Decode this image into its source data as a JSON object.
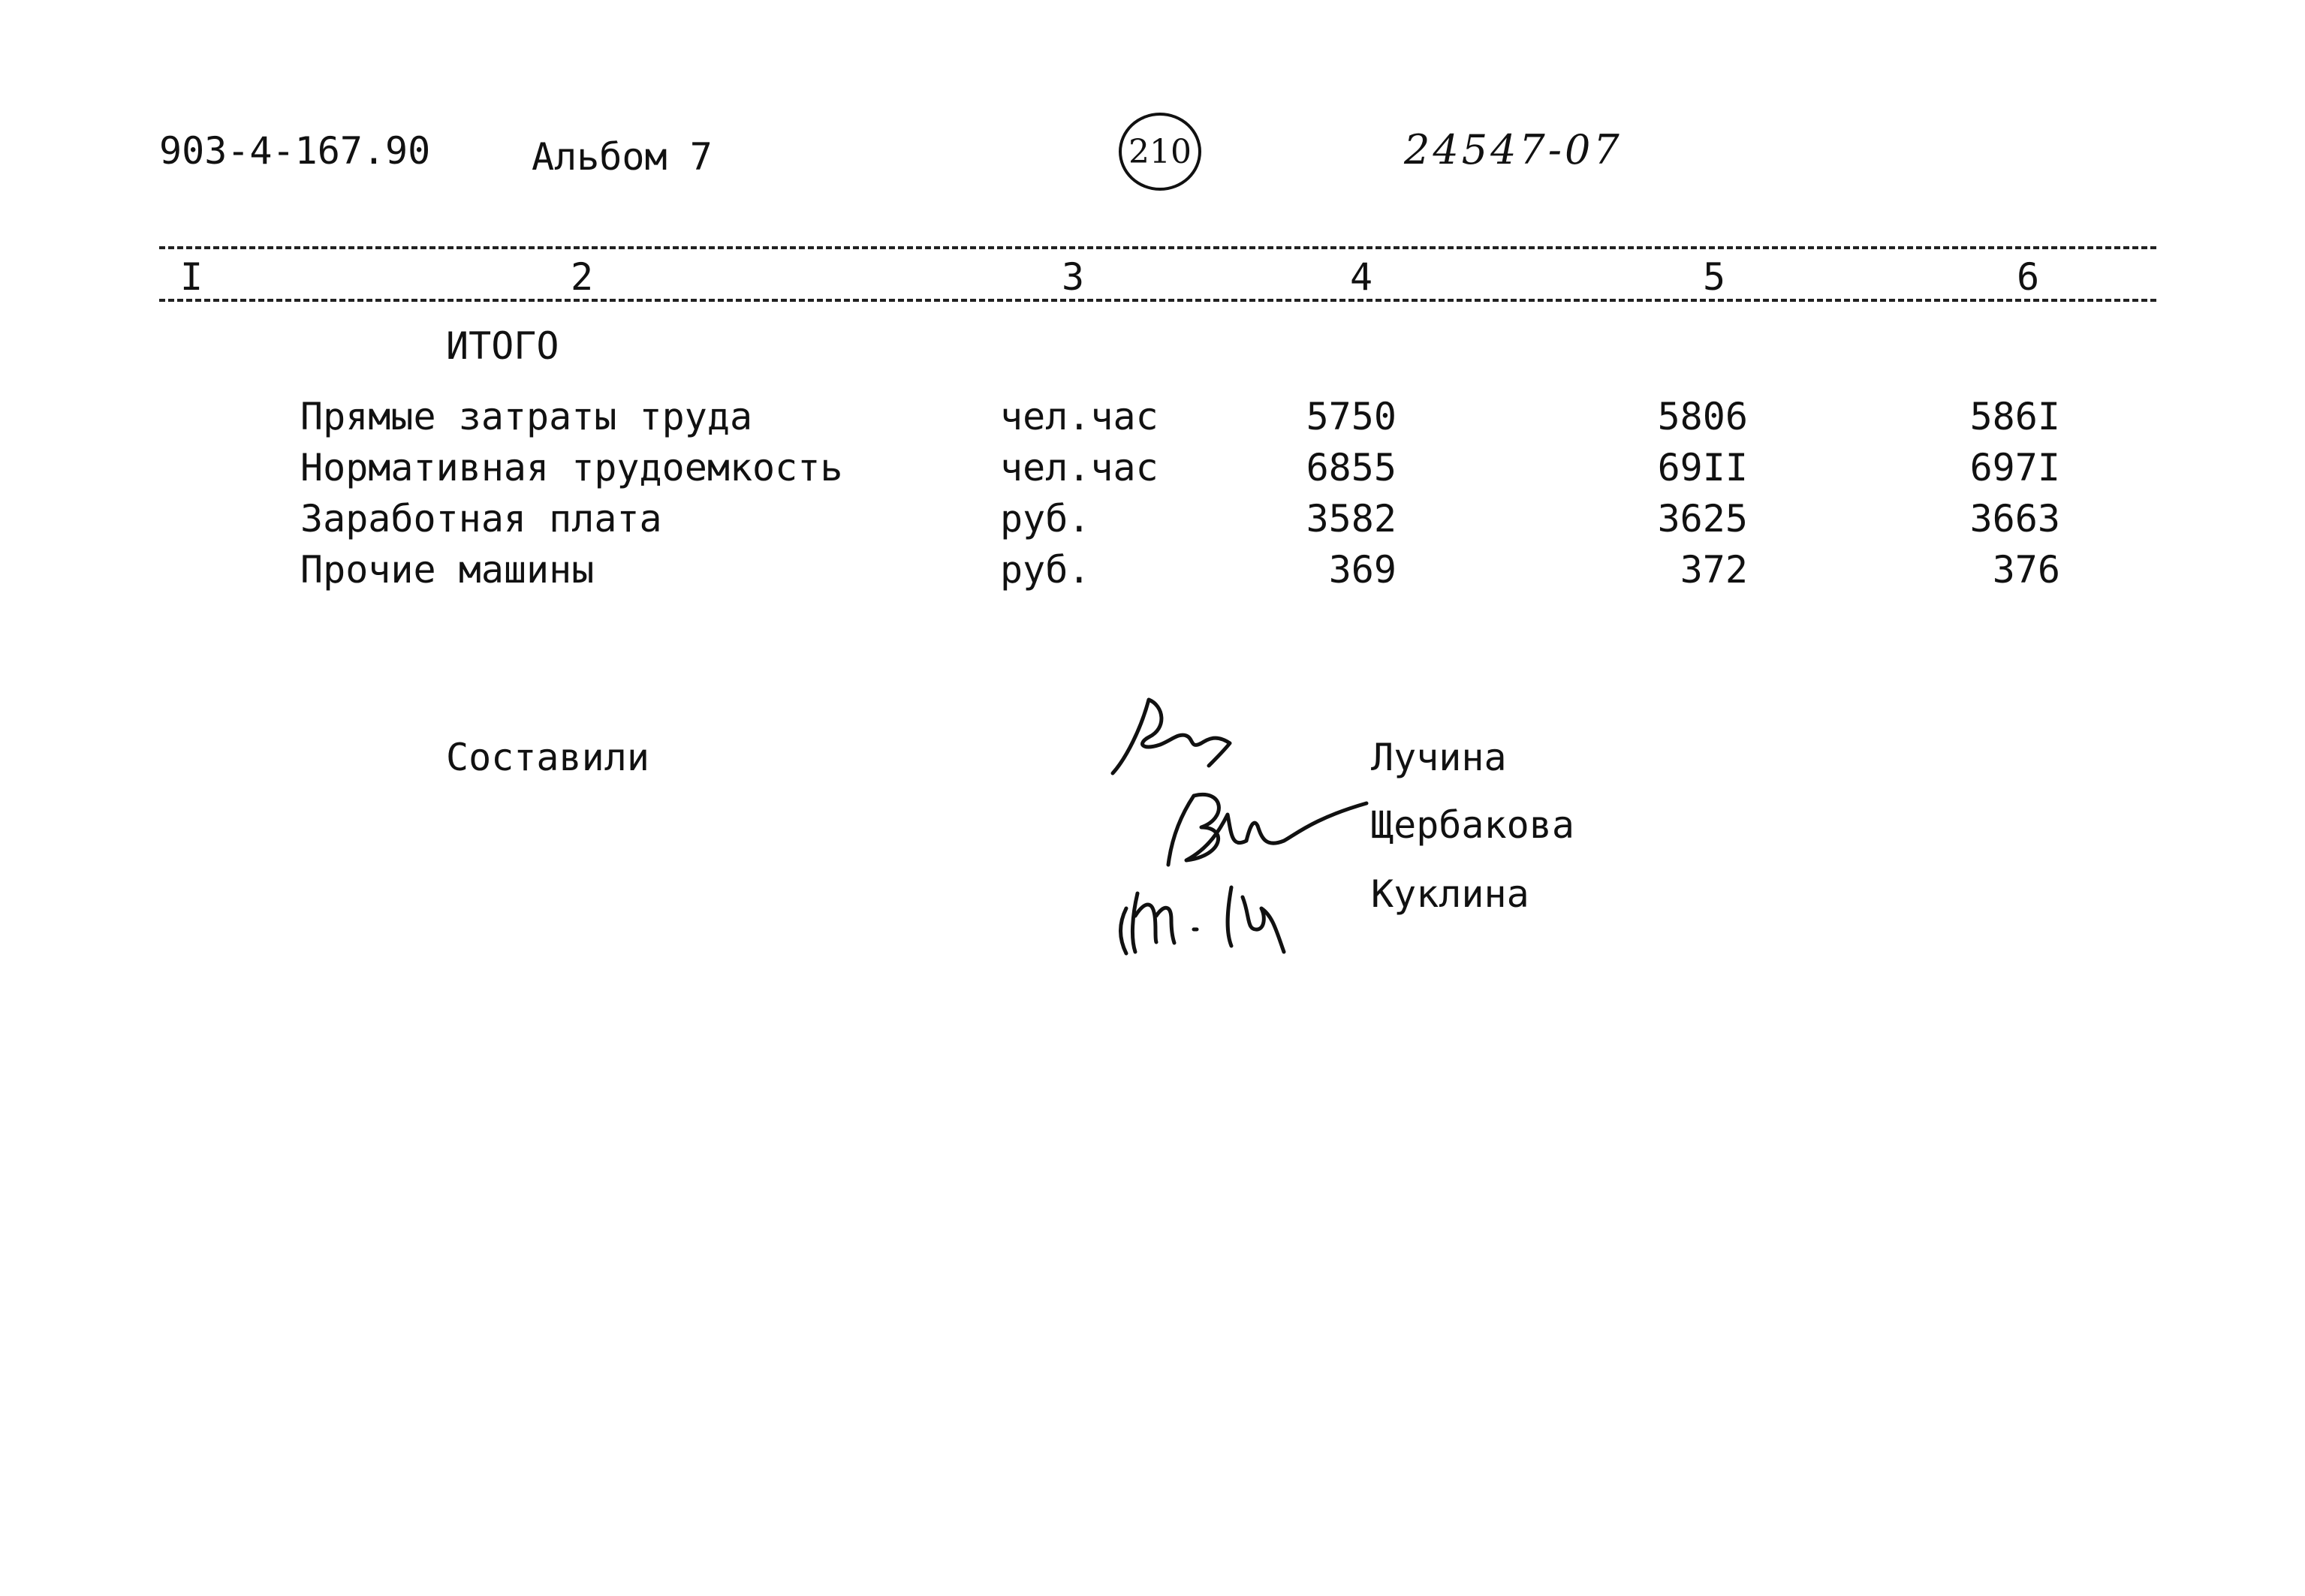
{
  "header": {
    "doc_code": "903-4-167.90",
    "album": "Альбом 7",
    "page_number": "210",
    "inventory_number": "24547-07"
  },
  "table": {
    "column_numbers": [
      "I",
      "2",
      "3",
      "4",
      "5",
      "6"
    ],
    "section_title": "ИТОГО",
    "rows": [
      {
        "label": "Прямые затраты труда",
        "unit": "чел.час",
        "values": [
          "5750",
          "5806",
          "586I"
        ]
      },
      {
        "label": "Нормативная трудоемкость",
        "unit": "чел.час",
        "values": [
          "6855",
          "69II",
          "697I"
        ]
      },
      {
        "label": "Заработная плата",
        "unit": "руб.",
        "values": [
          "3582",
          "3625",
          "3663"
        ]
      },
      {
        "label": "Прочие машины",
        "unit": "руб.",
        "values": [
          "369",
          "372",
          "376"
        ]
      }
    ]
  },
  "signatures": {
    "compiled_by_label": "Составили",
    "names": [
      "Лучина",
      "Щербакова",
      "Куклина"
    ]
  }
}
